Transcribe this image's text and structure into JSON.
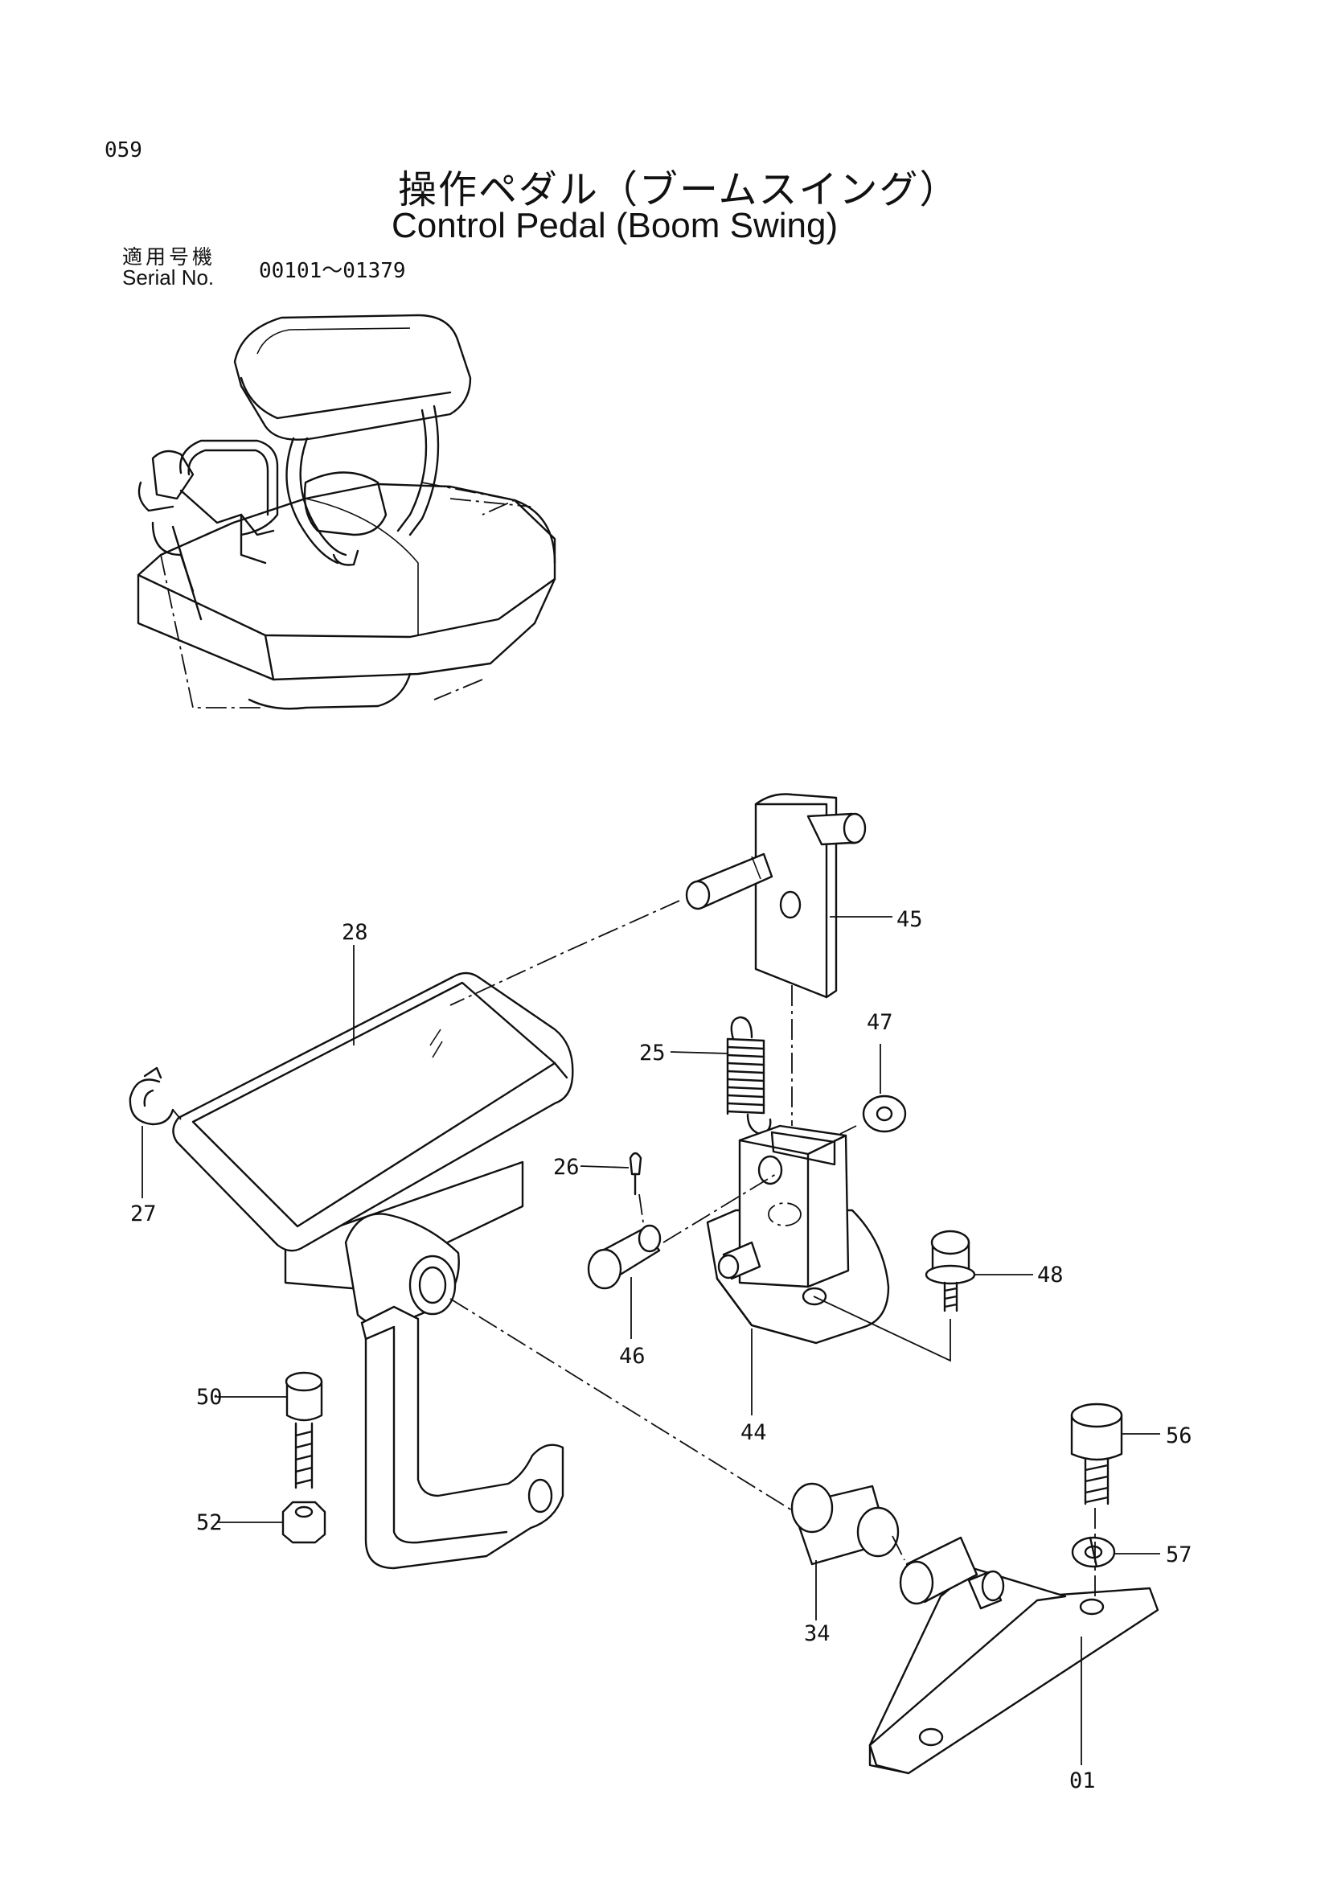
{
  "page_number": "059",
  "title_ja": "操作ペダル（ブームスイング）",
  "title_en": "Control Pedal (Boom Swing)",
  "serial": {
    "label_ja": "適用号機",
    "label_en": "Serial No.",
    "range": "00101～01379"
  },
  "parts": [
    {
      "id": "p45",
      "label": "45"
    },
    {
      "id": "p28",
      "label": "28"
    },
    {
      "id": "p47",
      "label": "47"
    },
    {
      "id": "p25",
      "label": "25"
    },
    {
      "id": "p27",
      "label": "27"
    },
    {
      "id": "p26",
      "label": "26"
    },
    {
      "id": "p48",
      "label": "48"
    },
    {
      "id": "p46",
      "label": "46"
    },
    {
      "id": "p44",
      "label": "44"
    },
    {
      "id": "p50",
      "label": "50"
    },
    {
      "id": "p56",
      "label": "56"
    },
    {
      "id": "p52",
      "label": "52"
    },
    {
      "id": "p57",
      "label": "57"
    },
    {
      "id": "p34",
      "label": "34"
    },
    {
      "id": "p01",
      "label": "01"
    }
  ]
}
